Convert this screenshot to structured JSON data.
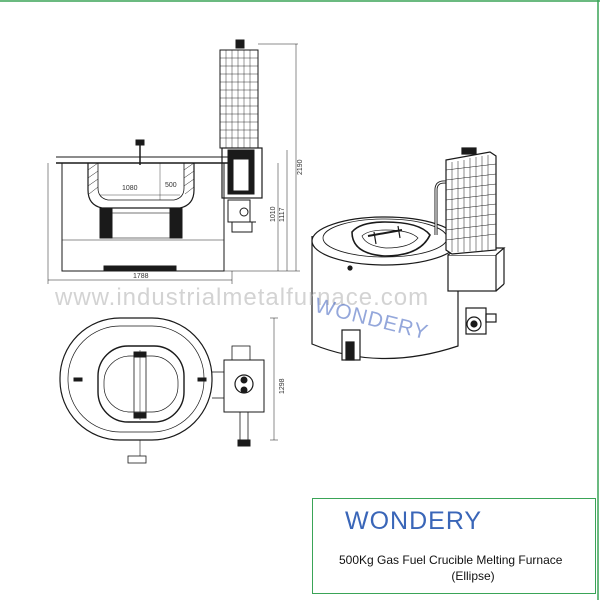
{
  "dimensions": {
    "crucible_width": "1080",
    "crucible_depth": "500",
    "total_height": "2190",
    "body_height": "1117",
    "lower_height": "1010",
    "base_width": "1788",
    "plan_depth": "1298"
  },
  "watermark": "www.industrialmetalfurnace.com",
  "side_logo": "WONDERY",
  "caption": {
    "brand": "WONDERY",
    "line1": "500Kg Gas Fuel Crucible Melting Furnace",
    "line2": "(Ellipse)"
  },
  "colors": {
    "frame_green": "#3aa457",
    "brand_blue": "#3a66b8",
    "line": "#1a1a1a"
  }
}
